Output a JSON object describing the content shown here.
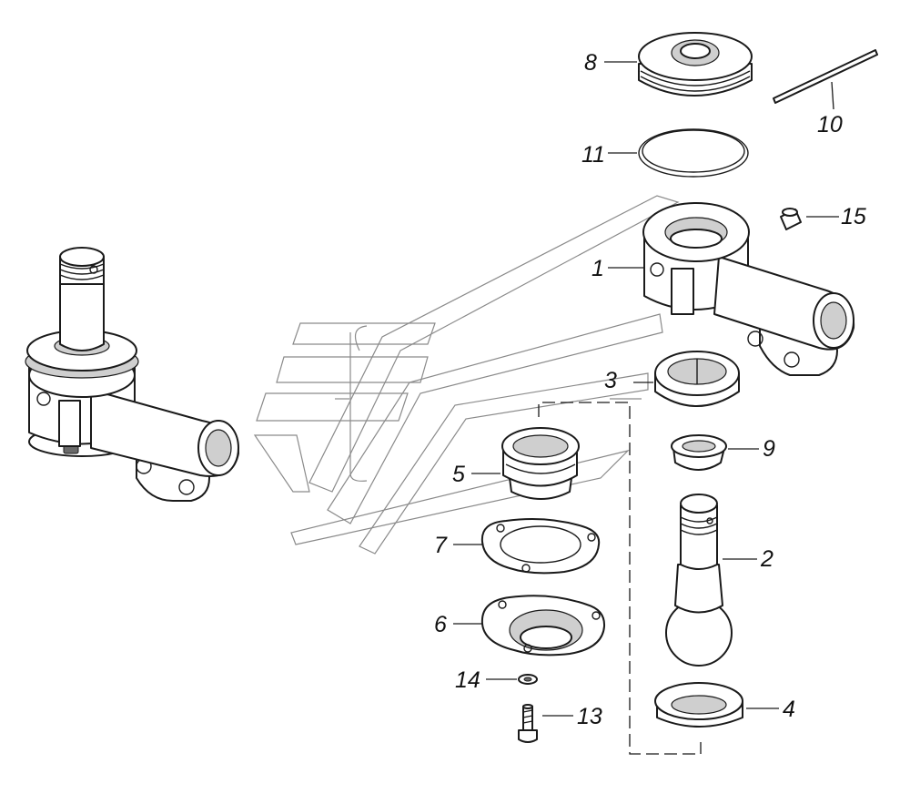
{
  "callouts": [
    {
      "id": "8",
      "label": "8"
    },
    {
      "id": "10",
      "label": "10"
    },
    {
      "id": "11",
      "label": "11"
    },
    {
      "id": "15",
      "label": "15"
    },
    {
      "id": "1",
      "label": "1"
    },
    {
      "id": "3",
      "label": "3"
    },
    {
      "id": "9",
      "label": "9"
    },
    {
      "id": "5",
      "label": "5"
    },
    {
      "id": "7",
      "label": "7"
    },
    {
      "id": "2",
      "label": "2"
    },
    {
      "id": "6",
      "label": "6"
    },
    {
      "id": "14",
      "label": "14"
    },
    {
      "id": "13",
      "label": "13"
    },
    {
      "id": "4",
      "label": "4"
    }
  ],
  "colors": {
    "line": "#1a1a1a",
    "watermark": "#8a8a8a",
    "background": "#ffffff"
  }
}
